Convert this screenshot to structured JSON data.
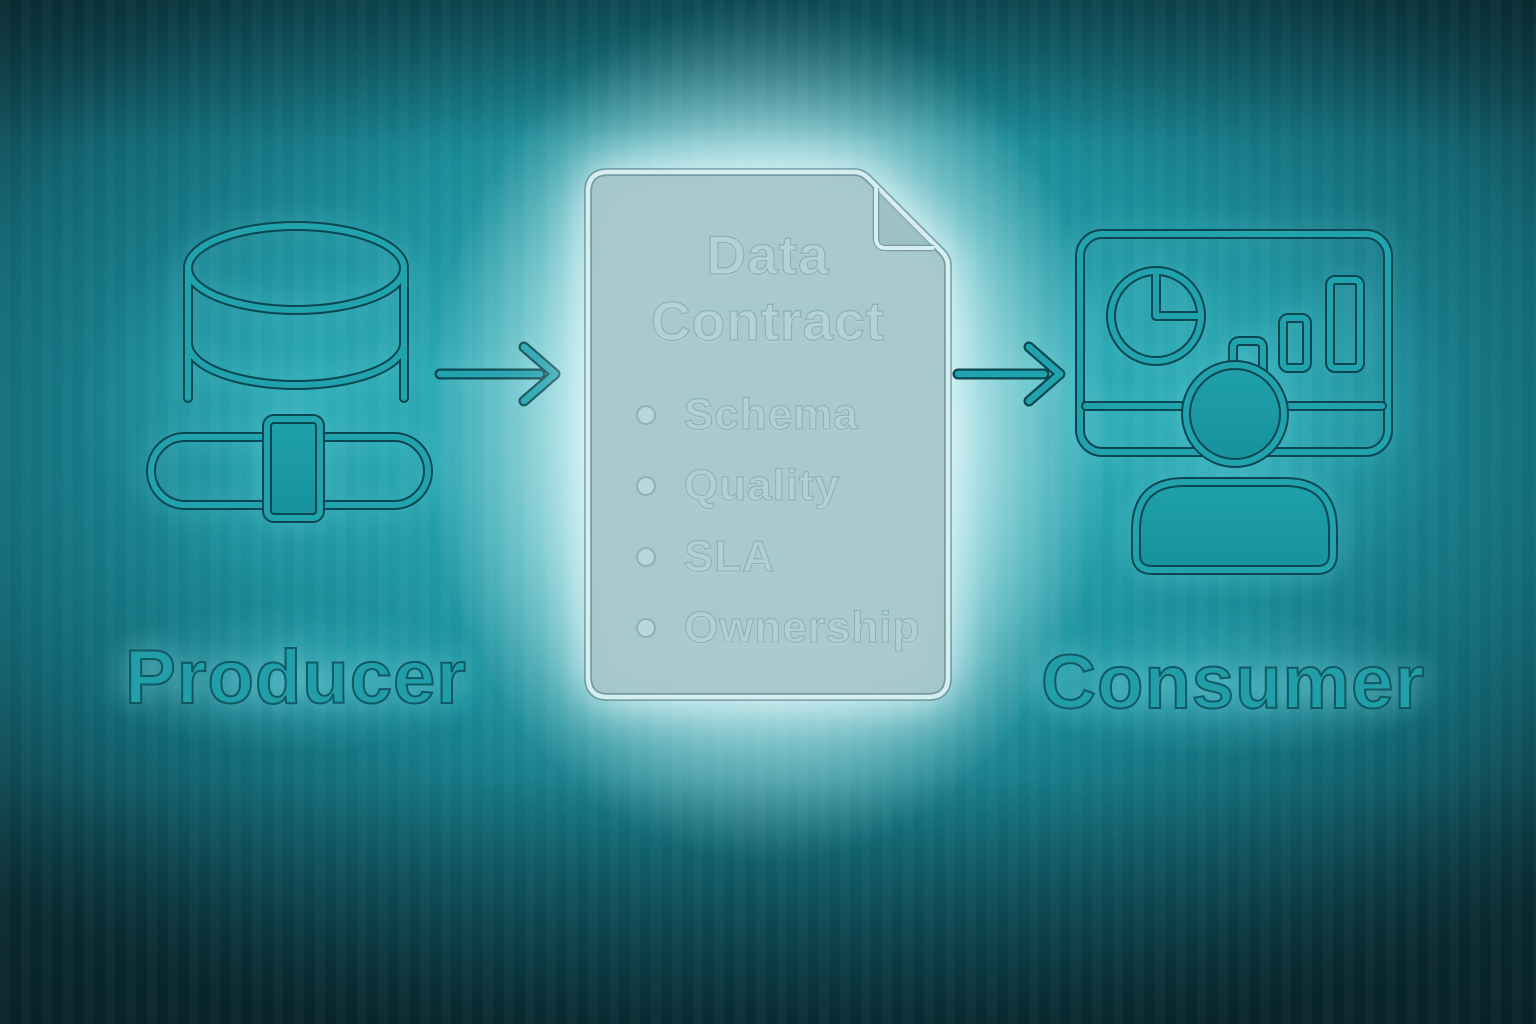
{
  "producer": {
    "label": "Producer",
    "icon": "database-pipeline-icon"
  },
  "data_contract": {
    "title": "Data Contract",
    "items": [
      "Schema",
      "Quality",
      "SLA",
      "Ownership"
    ],
    "icon": "document-folded-corner-icon"
  },
  "consumer": {
    "label": "Consumer",
    "icon": "dashboard-user-icon"
  },
  "arrows": [
    {
      "name": "arrow-producer-to-contract",
      "direction": "right"
    },
    {
      "name": "arrow-contract-to-consumer",
      "direction": "right"
    }
  ],
  "colors": {
    "bg_dark": "#0c333a",
    "bg_teal": "#1f9fa9",
    "halo_white": "#ecfafb",
    "outline_dark": "#0b4750",
    "outline_light": "#21a3ae",
    "document_fill": "#a4c5ca",
    "document_border": "#d6eef0",
    "document_text": "#b4d1d5",
    "label_text": "#229ea9"
  }
}
